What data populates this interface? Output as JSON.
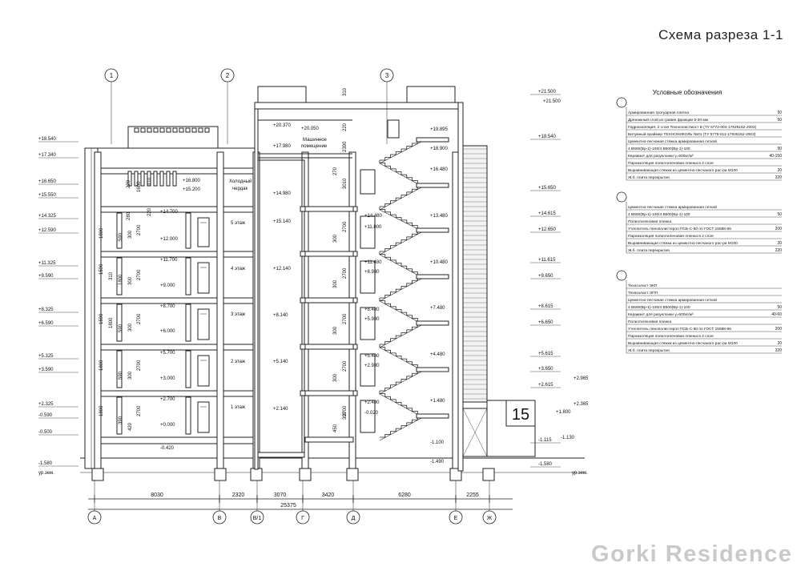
{
  "title": "Схема разреза 1-1",
  "watermark": "Gorki Residence",
  "axes": [
    {
      "id": "1",
      "label": "1"
    },
    {
      "id": "2",
      "label": "2"
    },
    {
      "id": "3",
      "label": "3"
    }
  ],
  "bottom_axes": [
    {
      "label": "А"
    },
    {
      "label": "В"
    },
    {
      "label": "В/1"
    },
    {
      "label": "Г"
    },
    {
      "label": "Д"
    },
    {
      "label": "Е"
    },
    {
      "label": "Ж"
    }
  ],
  "dims": [
    "8030",
    "2320",
    "3070",
    "3420",
    "6280",
    "2255"
  ],
  "total_dim": "25375",
  "ground_label": "ур.зем.",
  "left_marks": [
    "+18.540",
    "+17.340",
    "+16.650",
    "+15.550",
    "+14.325",
    "+12.590",
    "+11.325",
    "+9.590",
    "+8.325",
    "+6.590",
    "+5.325",
    "+3.590",
    "+2.325",
    "-0.590",
    "-0.500",
    "-1.580"
  ],
  "right_marks": [
    "+21.500",
    "+18.540",
    "+15.650",
    "+14.615",
    "+12.650",
    "+11.615",
    "+9.650",
    "+8.615",
    "+6.650",
    "+5.615",
    "+3.650",
    "+2.615",
    "-1.115",
    "-1.580"
  ],
  "right_marks_extra": [
    "+2.965",
    "+2.365",
    "+1.800",
    "-1.130"
  ],
  "floor_levels": [
    "+14.700",
    "+12.000",
    "+11.700",
    "+9.000",
    "+8.700",
    "+6.000",
    "+5.700",
    "+3.000",
    "+2.700",
    "+0.000",
    "-0.420",
    "+16.800",
    "+15.200"
  ],
  "shaft_levels": [
    "+20.370",
    "+20.050",
    "+17.980",
    "+14.980",
    "+15.140",
    "+12.140",
    "+8.140",
    "+5.140",
    "+2.140"
  ],
  "stair_levels": [
    "+19.895",
    "+18.900",
    "+16.480",
    "+14.480",
    "+13.480",
    "+11.800",
    "+11.480",
    "+10.480",
    "+8.980",
    "+8.480",
    "+7.480",
    "+5.980",
    "+5.480",
    "+4.480",
    "+2.980",
    "+2.480",
    "+1.480",
    "-0.020",
    "-1.100",
    "-1.490"
  ],
  "rooms": [
    "5 этаж",
    "4 этаж",
    "3 этаж",
    "2 этаж",
    "1 этаж"
  ],
  "attic_label": [
    "Холодный",
    "чердак"
  ],
  "machine_room": [
    "Машинное",
    "помещение"
  ],
  "vert_dims_left": [
    "220",
    "1600",
    "310",
    "280",
    "220",
    "2700",
    "300",
    "590",
    "1800",
    "1590",
    "310",
    "1800",
    "2700",
    "300",
    "1590",
    "1800",
    "2700",
    "300",
    "590",
    "1800",
    "2700",
    "300",
    "590",
    "1800",
    "2700",
    "420",
    "390"
  ],
  "vert_dims_mid": [
    "310",
    "220",
    "2390",
    "270",
    "3010",
    "300",
    "2700",
    "300",
    "2700",
    "300",
    "2700",
    "300",
    "2700",
    "450",
    "300",
    "2700"
  ],
  "building_number": "15",
  "legend": {
    "title": "Условные обозначения",
    "groups": [
      {
        "num": "1",
        "rows": [
          [
            "Армированная тротуарная плитка",
            "50"
          ],
          [
            "Дренажный слой из гравия фракции 5-20 мм",
            "50"
          ],
          [
            "Гидроизоляция, 2 слоя Техноэластмост Б (ТУ 5774-004-17925162-2003)",
            ""
          ],
          [
            "Битумный праймер ТЕХНОНИКОЛЬ №01 (ТУ 5775-011-17925162-2003)",
            ""
          ],
          [
            "Цементно-песчаная стяжка армированная сеткой",
            ""
          ],
          [
            "4 В500(Вр-1)-100/4 В500(Вр-1)-100",
            "50"
          ],
          [
            "Керамзит для разуклонки γ=600кг/м³",
            "40-150"
          ],
          [
            "Пароизоляция полиэтиленовая пленка в 2 слоя",
            ""
          ],
          [
            "Выравнивающая стяжка из цементно-песчаного рас-ра М100",
            "20"
          ],
          [
            "Ж.б. плита перекрытия",
            "220"
          ]
        ]
      },
      {
        "num": "2",
        "rows": [
          [
            "Цементно-песчаная стяжка армированная сеткой",
            ""
          ],
          [
            "4 В500(Вр-1)-100/4 В500(Вр-1)-100",
            "50"
          ],
          [
            "Полиэтиленовая пленка",
            ""
          ],
          [
            "Утеплитель пенополистерол ПСБ-С-50 по ГОСТ 15588-86",
            "200"
          ],
          [
            "Пароизоляция полиэтиленовая пленка в 2 слоя",
            ""
          ],
          [
            "Выравнивающая стяжка из цементно-песчаного рас-ра М100",
            "20"
          ],
          [
            "Ж.б. плита перекрытия",
            "220"
          ]
        ]
      },
      {
        "num": "3",
        "rows": [
          [
            "Техноэласт ЭКП",
            ""
          ],
          [
            "Техноэласт ЭПП",
            ""
          ],
          [
            "Цементно-песчаная стяжка армированная сеткой",
            ""
          ],
          [
            "4 В500(Вр-1)-100/4 В500(Вр-1)-100",
            "50"
          ],
          [
            "Керамзит для разуклонки γ=600кг/м³",
            "40-60"
          ],
          [
            "Полиэтиленовая пленка",
            ""
          ],
          [
            "Утеплитель пенополистерол ПСБ-С-50 по ГОСТ 15588-86",
            "200"
          ],
          [
            "Пароизоляция полиэтиленовая пленка в 2 слоя",
            ""
          ],
          [
            "Выравнивающая стяжка из цементно-песчаного рас-ра М100",
            "20"
          ],
          [
            "Ж.б. плита перекрытия",
            "220"
          ]
        ]
      }
    ]
  }
}
